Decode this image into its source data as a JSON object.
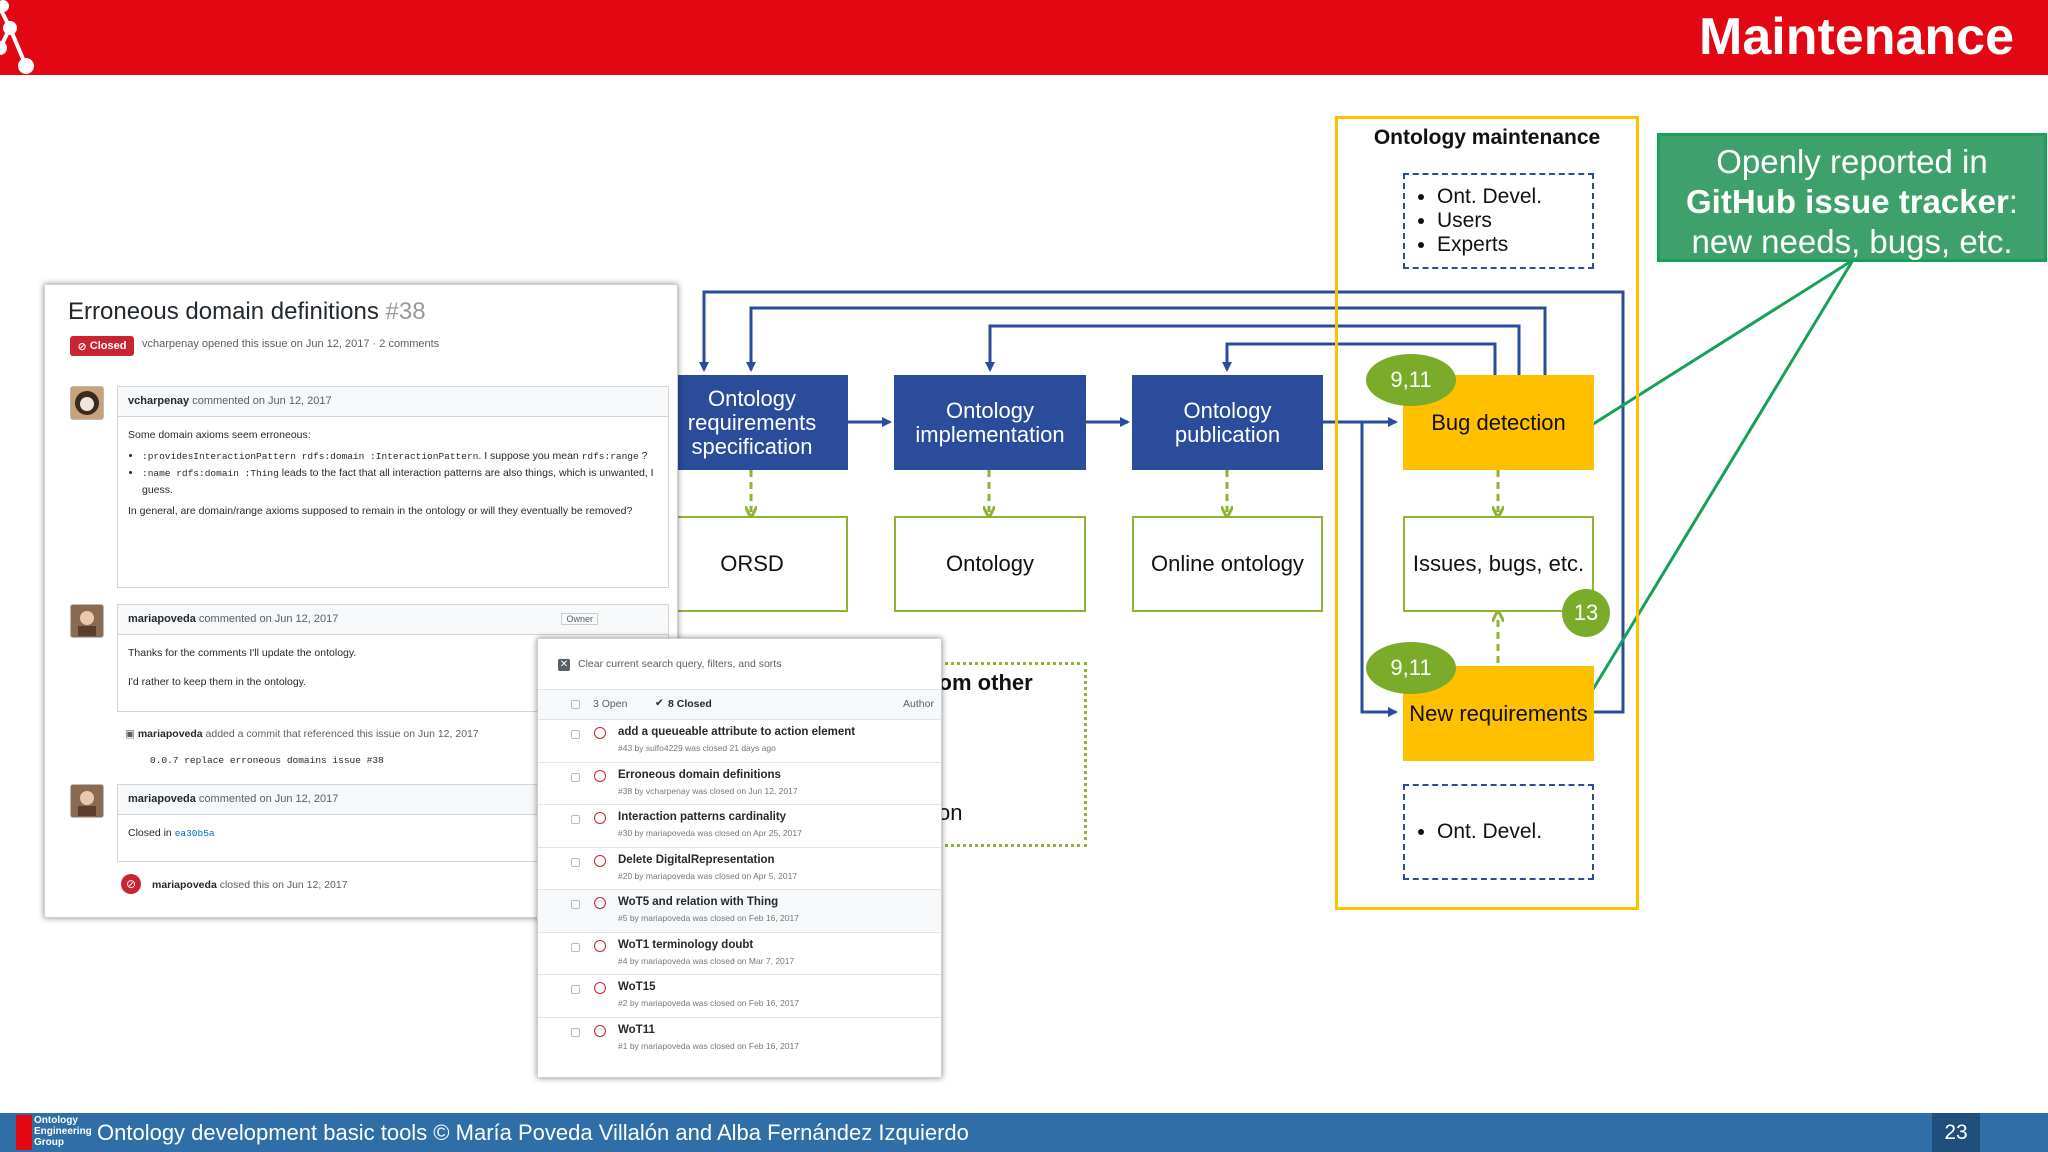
{
  "slide": {
    "title": "Maintenance",
    "page_number": "23",
    "footer": "Ontology development basic tools  © María Poveda Villalón  and Alba Fernández Izquierdo",
    "logo_text": [
      "Ontology",
      "Engineering",
      "Group"
    ]
  },
  "processes": {
    "requirements": "Ontology requirements specification",
    "implementation": "Ontology implementation",
    "publication": "Ontology publication",
    "bug_detection": "Bug detection",
    "new_requirements": "New requirements"
  },
  "outputs": {
    "orsd": "ORSD",
    "ontology": "Ontology",
    "online": "Online ontology",
    "issues": "Issues, bugs, etc."
  },
  "maintenance": {
    "title": "Ontology maintenance",
    "actors": [
      "Ont. Devel.",
      "Users",
      "Experts"
    ],
    "new_req_actor": "Ont. Devel."
  },
  "badges": {
    "bug": "9,11",
    "issues": "13",
    "newreq": "9,11"
  },
  "reuse_partial": {
    "line1": "rom other",
    "line2": "on"
  },
  "callout": {
    "line1": "Openly reported in",
    "line2_bold": "GitHub issue tracker",
    "line2_tail": ":",
    "line3": "new needs, bugs, etc."
  },
  "issue": {
    "title": "Erroneous domain definitions",
    "number": "#38",
    "state": "Closed",
    "meta": "vcharpenay opened this issue on Jun 12, 2017 · 2 comments",
    "comment1_head_user": "vcharpenay",
    "comment1_head_rest": " commented on Jun 12, 2017",
    "comment1_intro": "Some domain axioms seem erroneous:",
    "comment1_b1_code": ":providesInteractionPattern rdfs:domain :InteractionPattern",
    "comment1_b1_text": ". I suppose you mean",
    "comment1_b1_code2": "rdfs:range",
    "comment1_b1_tail": " ?",
    "comment1_b2_code": ":name rdfs:domain :Thing",
    "comment1_b2_text": " leads to the fact that all interaction patterns are also things, which is unwanted, I guess.",
    "comment1_outro": "In general, are domain/range axioms supposed to remain in the ontology or will they eventually be removed?",
    "comment2_head_user": "mariapoveda",
    "comment2_head_rest": " commented on Jun 12, 2017",
    "comment2_owner": "Owner",
    "comment2_line1": "Thanks for the comments I'll update the ontology.",
    "comment2_line2": "I'd rather to keep them in the ontology.",
    "commit_user": "mariapoveda",
    "commit_text": " added a commit that referenced this issue on Jun 12, 2017",
    "commit_code": "0.0.7 replace erroneous domains issue #38",
    "comment3_head_user": "mariapoveda",
    "comment3_head_rest": " commented on Jun 12, 2017",
    "comment3_text": "Closed in ",
    "comment3_hash": "ea30b5a",
    "closed_user": "mariapoveda",
    "closed_text": " closed this on Jun 12, 2017"
  },
  "issue_list": {
    "clear_label": "Clear current search query, filters, and sorts",
    "open_count": "3 Open",
    "closed_count": "8 Closed",
    "author_label": "Author",
    "items": [
      {
        "title": "add a queueable attribute to action element",
        "sub": "#43 by sulfo4229 was closed 21 days ago"
      },
      {
        "title": "Erroneous domain definitions",
        "sub": "#38 by vcharpenay was closed on Jun 12, 2017"
      },
      {
        "title": "Interaction patterns cardinality",
        "sub": "#30 by mariapoveda was closed on Apr 25, 2017"
      },
      {
        "title": "Delete DigitalRepresentation",
        "sub": "#20 by mariapoveda was closed on Apr 5, 2017"
      },
      {
        "title": "WoT5 and relation with Thing",
        "sub": "#5 by mariapoveda was closed on Feb 16, 2017"
      },
      {
        "title": "WoT1 terminology doubt",
        "sub": "#4 by mariapoveda was closed on Mar 7, 2017"
      },
      {
        "title": "WoT15",
        "sub": "#2 by mariapoveda was closed on Feb 16, 2017"
      },
      {
        "title": "WoT11",
        "sub": "#1 by mariapoveda was closed on Feb 16, 2017"
      }
    ]
  },
  "colors": {
    "header_red": "#e30613",
    "process_blue": "#2b4c9b",
    "output_green": "#8fb435",
    "maintenance_yellow": "#ffc000",
    "badge_green": "#7bab2a",
    "callout_green": "#3ea06a",
    "footer_blue": "#2f6ea6"
  },
  "icons": [
    "network-node-icon",
    "closed-issue-icon",
    "issue-closed-circle-icon",
    "commit-icon",
    "checkbox-icon",
    "checkmark-icon"
  ]
}
